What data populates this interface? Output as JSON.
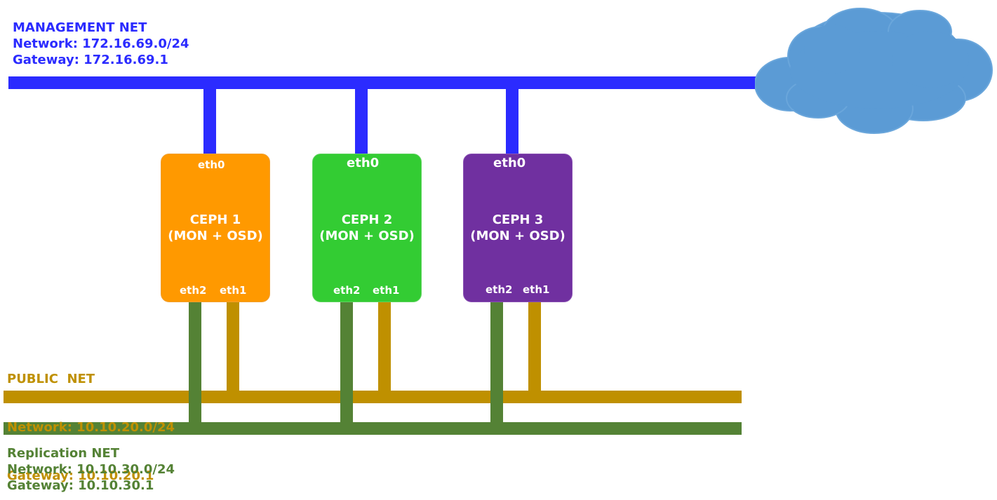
{
  "management": {
    "title": "MANAGEMENT NET",
    "network": "Network: 172.16.69.0/24",
    "gateway": "Gateway: 172.16.69.1",
    "color": "#2b2bff"
  },
  "public": {
    "title": "PUBLIC  NET",
    "network": "Network: 10.10.20.0/24",
    "gateway": "Gateway: 10.10.20.1",
    "color": "#bf9000"
  },
  "replication": {
    "title": "Replication NET",
    "network": "Network: 10.10.30.0/24",
    "gateway": "Gateway: 10.10.30.1",
    "color": "#548235"
  },
  "cloud": {
    "icon": "cloud-icon",
    "color": "#5b9bd5"
  },
  "nodes": [
    {
      "name": "CEPH 1",
      "role": "(MON + OSD)",
      "color": "#ff9900",
      "eth0": "eth0",
      "eth1": "eth1",
      "eth2": "eth2"
    },
    {
      "name": "CEPH 2",
      "role": "(MON + OSD)",
      "color": "#33cc33",
      "eth0": "eth0",
      "eth1": "eth1",
      "eth2": "eth2"
    },
    {
      "name": "CEPH 3",
      "role": "(MON + OSD)",
      "color": "#7030a0",
      "eth0": "eth0",
      "eth1": "eth1",
      "eth2": "eth2"
    }
  ]
}
